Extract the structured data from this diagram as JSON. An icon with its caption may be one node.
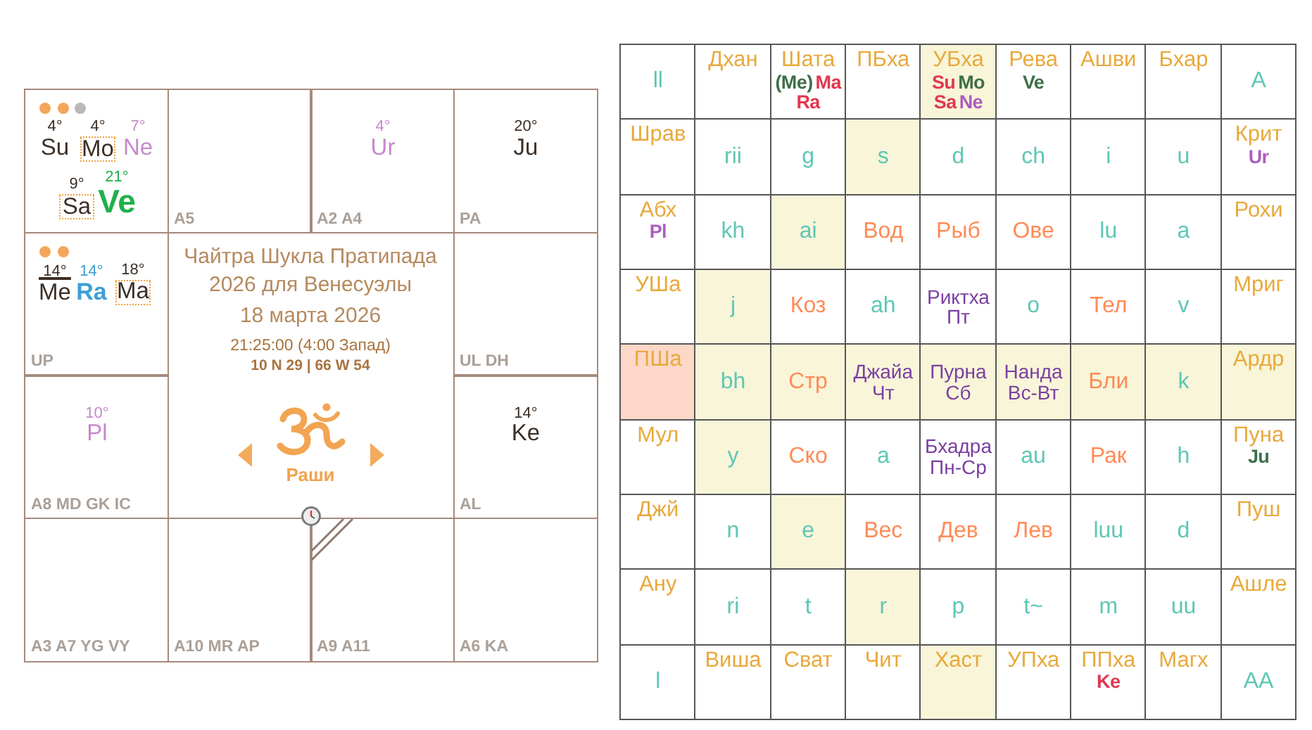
{
  "diagram": {
    "nodes": [
      {
        "text": [
          "4°",
          "Su",
          "7°",
          "Ne",
          "21°",
          "Ve"
        ]
      },
      {
        "text": [
          "Mo"
        ],
        "beside": [
          "4°"
        ],
        "in": 0
      },
      {
        "text": [
          "Sa"
        ],
        "beside": [
          "9°"
        ],
        "in": 0
      },
      {
        "text": [
          "A5"
        ]
      },
      {
        "text": [
          "4°",
          "Ur",
          "A2 A4"
        ]
      },
      {
        "text": [
          "20°",
          "Ju",
          "PA"
        ]
      },
      {
        "text": [
          "14°",
          "Me",
          "14°",
          "Ra",
          "UP"
        ]
      },
      {
        "text": [
          "Ma"
        ],
        "beside": [
          "18°"
        ],
        "in": 6
      },
      {
        "text": [
          "Чайтра Шукла Пратипада 2026 для Венесуэлы",
          "18 марта 2026",
          "21:25:00 (4:00 Запад)",
          "10 N 29 | 66 W 54",
          "Раши"
        ]
      },
      {
        "text": [
          "UL DH"
        ]
      },
      {
        "text": [
          "10°",
          "Pl",
          "A8 MD GK IC"
        ]
      },
      {
        "text": [
          "14°",
          "Ke",
          "AL"
        ]
      },
      {
        "text": [
          "A3 A7 YG VY"
        ]
      },
      {
        "text": [
          "A10 MR AP"
        ]
      },
      {
        "text": [
          "A9 A11"
        ]
      },
      {
        "text": [
          "A6 KA"
        ]
      }
    ],
    "labels": [
      "ll",
      "Дхан",
      "Шата",
      "(Me)",
      "Ma",
      "Ra",
      "ПБха",
      "УБха",
      "Su",
      "Mo",
      "Sa",
      "Ne",
      "Рева",
      "Ve",
      "Ашви",
      "Бхар",
      "A",
      "Шрав",
      "rii",
      "g",
      "s",
      "d",
      "ch",
      "i",
      "u",
      "Крит",
      "Ur",
      "Абх",
      "Pl",
      "kh",
      "ai",
      "Вод",
      "Рыб",
      "Ове",
      "lu",
      "a",
      "Рохи",
      "УШа",
      "j",
      "Коз",
      "ah",
      "Риктха Пт",
      "o",
      "Тел",
      "v",
      "Мриг",
      "ПШа",
      "bh",
      "Стр",
      "Джайа Чт",
      "Пурна Сб",
      "Нанда Вс-Вт",
      "Бли",
      "k",
      "Ардр",
      "Мул",
      "y",
      "Ско",
      "a",
      "Бхадра Пн-Ср",
      "au",
      "Рак",
      "h",
      "Пуна",
      "Ju",
      "Джй",
      "n",
      "e",
      "Вес",
      "Дев",
      "Лев",
      "luu",
      "d",
      "Пуш",
      "Ану",
      "ri",
      "t",
      "r",
      "p",
      "t~",
      "m",
      "uu",
      "Ашле",
      "l",
      "Виша",
      "Сват",
      "Чит",
      "Хаст",
      "УПха",
      "ППха",
      "Ke",
      "Магх",
      "AA"
    ]
  }
}
